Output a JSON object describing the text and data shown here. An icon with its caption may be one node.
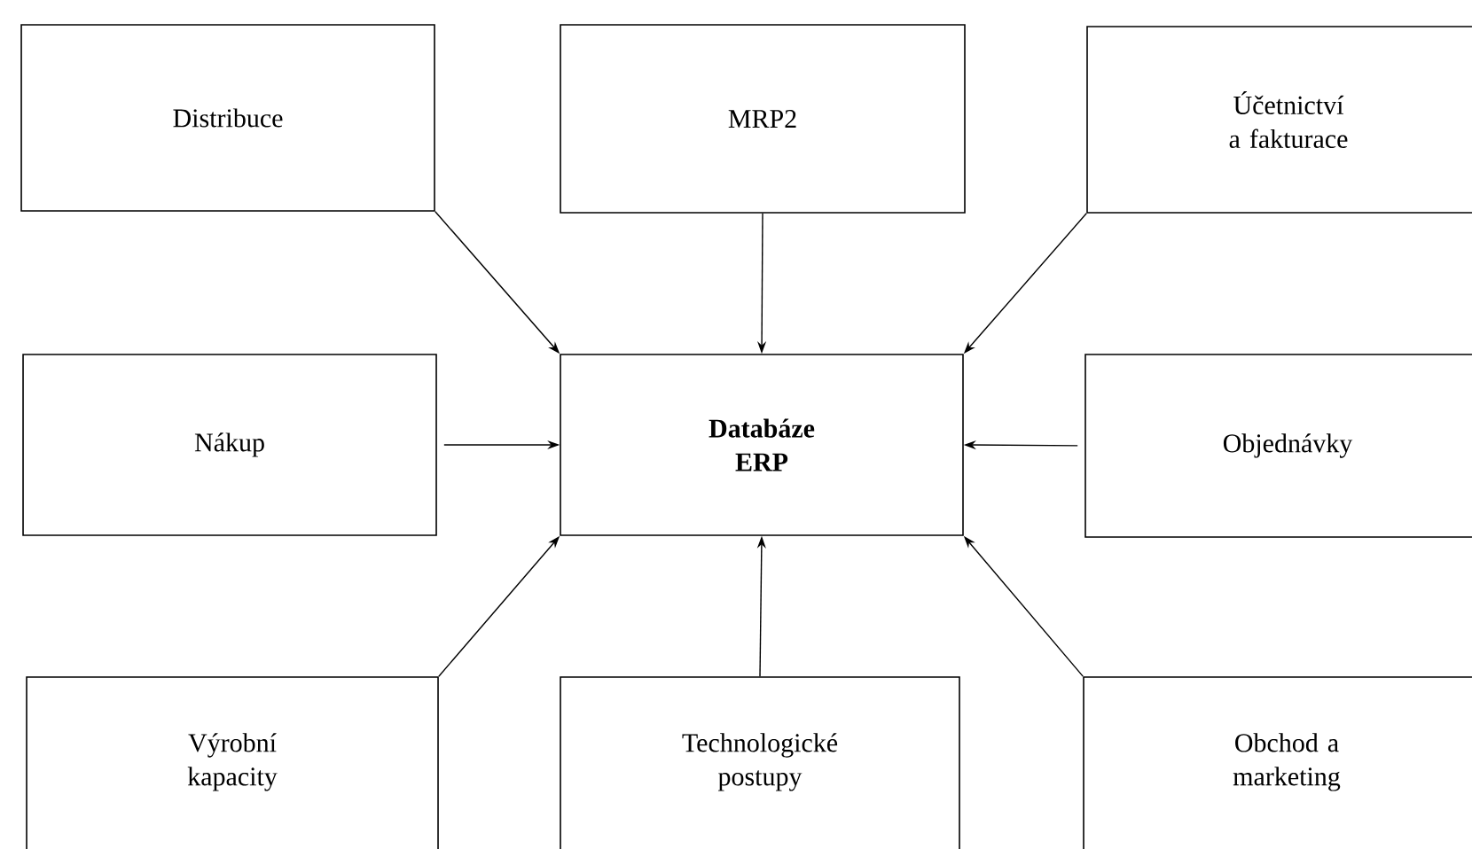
{
  "diagram": {
    "nodes": [
      {
        "text": [
          "Distribuce"
        ]
      },
      {
        "text": [
          "MRP2"
        ]
      },
      {
        "text": [
          "Účetnictví a fakturace"
        ]
      },
      {
        "text": [
          "Nákup"
        ]
      },
      {
        "text": [
          "Databáze ERP"
        ]
      },
      {
        "text": [
          "Objednávky"
        ]
      },
      {
        "text": [
          "Výrobní kapacity"
        ]
      },
      {
        "text": [
          "Technologické postupy"
        ]
      },
      {
        "text": [
          "Obchod a marketing"
        ]
      }
    ],
    "edges": [
      {
        "from": 0,
        "to": 4,
        "arrow": "to"
      },
      {
        "from": 1,
        "to": 4,
        "arrow": "to"
      },
      {
        "from": 2,
        "to": 4,
        "arrow": "to"
      },
      {
        "from": 3,
        "to": 4,
        "arrow": "to"
      },
      {
        "from": 5,
        "to": 4,
        "arrow": "to"
      },
      {
        "from": 6,
        "to": 4,
        "arrow": "to"
      },
      {
        "from": 7,
        "to": 4,
        "arrow": "to"
      },
      {
        "from": 8,
        "to": 4,
        "arrow": "to"
      }
    ]
  }
}
